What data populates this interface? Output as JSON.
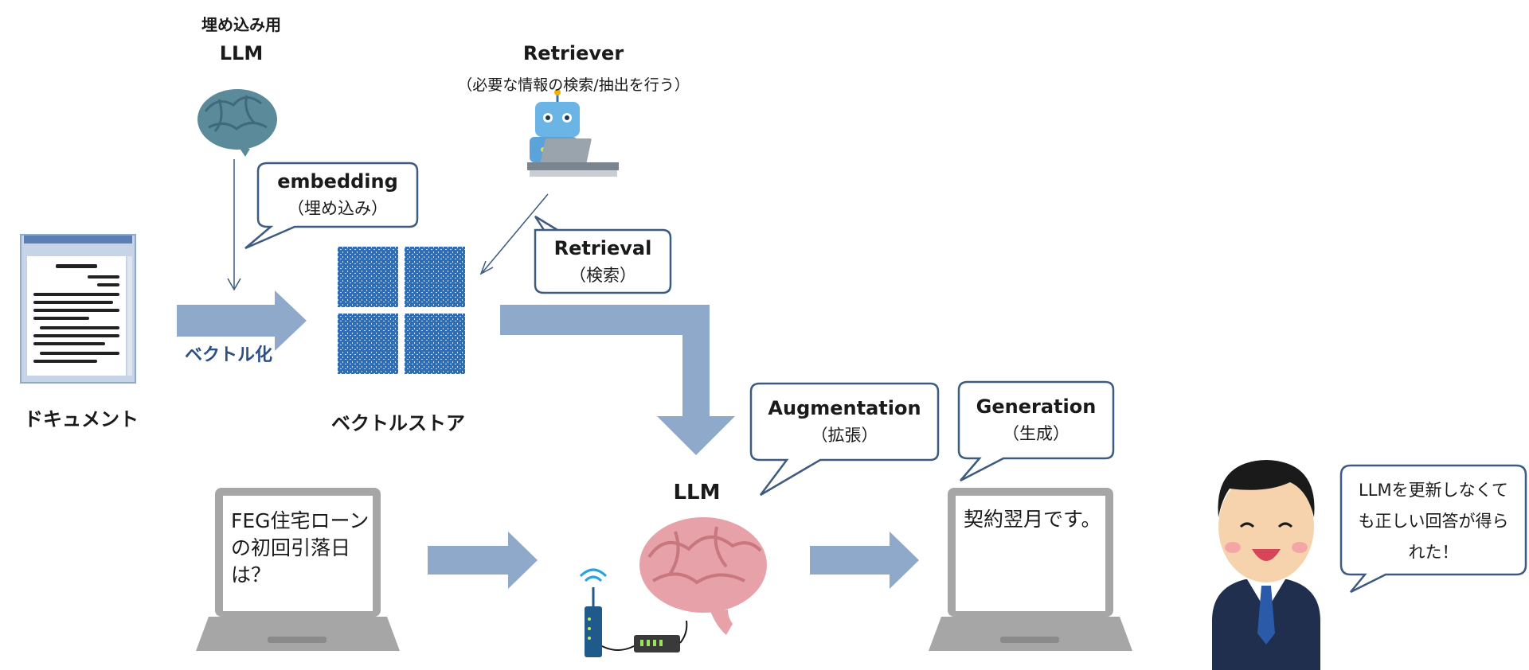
{
  "embedding_llm": {
    "caption": "埋め込み用",
    "title": "LLM"
  },
  "retriever": {
    "title": "Retriever",
    "subtitle": "（必要な情報の検索/抽出を行う）"
  },
  "document": {
    "label": "ドキュメント"
  },
  "vectorize": {
    "label": "ベクトル化"
  },
  "vector_store": {
    "label": "ベクトルストア"
  },
  "bubbles": {
    "embedding": {
      "title": "embedding",
      "sub": "（埋め込み）"
    },
    "retrieval": {
      "title": "Retrieval",
      "sub": "（検索）"
    },
    "augmentation": {
      "title": "Augmentation",
      "sub": "（拡張）"
    },
    "generation": {
      "title": "Generation",
      "sub": "（生成）"
    },
    "user": {
      "line1": "LLMを更新しなくて",
      "line2": "も正しい回答が得ら",
      "line3": "れた！"
    }
  },
  "llm": {
    "label": "LLM"
  },
  "question": {
    "line1": "FEG住宅ローン",
    "line2": "の初回引落日",
    "line3": "は？"
  },
  "answer": {
    "text": "契約翌月です。"
  },
  "colors": {
    "arrow": "#8ea9c9",
    "bubble_border": "#3d5a80",
    "vector_blue": "#2f6db5",
    "laptop_gray": "#a6a6a6",
    "brain_teal": "#5b8a9a",
    "brain_pink": "#e6a2a8"
  }
}
